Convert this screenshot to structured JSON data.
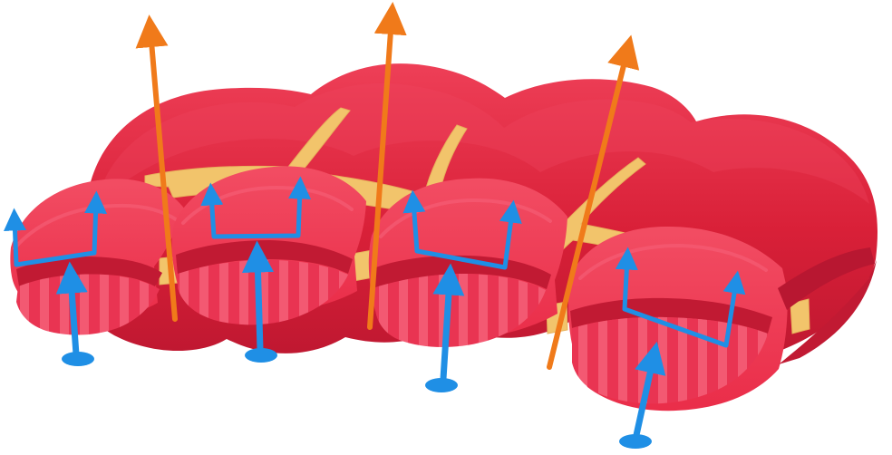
{
  "colors": {
    "background": "#ffffff",
    "tissue_red": "#d61f3b",
    "tissue_dark": "#a8142d",
    "tissue_light": "#ef3b56",
    "tissue_pink": "#f05c72",
    "seam": "#f2c46b",
    "arrow_orange": "#f07a1a",
    "arrow_blue": "#1f8fe5"
  },
  "icons": {
    "up_arrow": "up-arrow",
    "orange_arrow": "orange-arrow",
    "blue_arrow": "blue-arrow",
    "branch_arrow": "branch-arrow"
  },
  "diagram": {
    "segments": 4,
    "orange_arrows": 3,
    "blue_upward_arrows": 4,
    "branch_arrows": 4
  }
}
